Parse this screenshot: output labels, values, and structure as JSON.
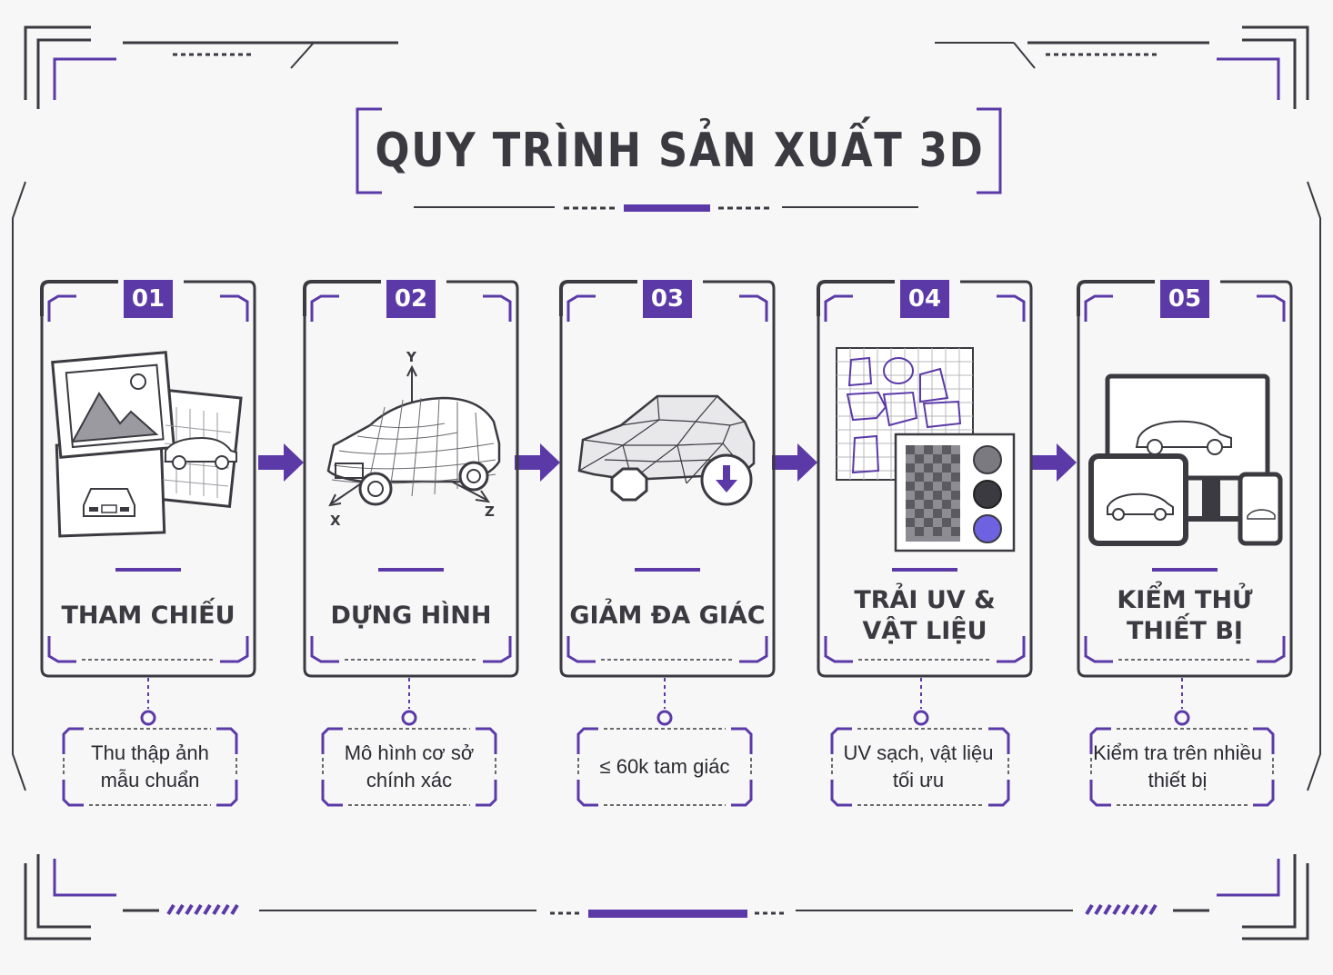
{
  "title": "QUY TRÌNH SẢN XUẤT 3D",
  "colors": {
    "accent": "#5b3aa8",
    "line": "#3a3a40",
    "background": "#f7f7f8"
  },
  "steps": [
    {
      "number": "01",
      "label": "THAM CHIẾU",
      "note": "Thu thập ảnh\nmẫu chuẩn",
      "icon": "reference-images-icon"
    },
    {
      "number": "02",
      "label": "DỰNG HÌNH",
      "note": "Mô hình cơ sở\nchính xác",
      "icon": "wireframe-car-icon",
      "axes": [
        "Y",
        "X",
        "Z"
      ]
    },
    {
      "number": "03",
      "label": "GIẢM ĐA GIÁC",
      "note": "≤ 60k tam giác",
      "icon": "lowpoly-car-icon"
    },
    {
      "number": "04",
      "label": "TRẢI UV &\nVẬT LIỆU",
      "note": "UV sạch, vật liệu\ntối ưu",
      "icon": "uv-materials-icon"
    },
    {
      "number": "05",
      "label": "KIỂM THỬ\nTHIẾT BỊ",
      "note": "Kiểm tra trên nhiều\nthiết bị",
      "icon": "devices-icon"
    }
  ]
}
